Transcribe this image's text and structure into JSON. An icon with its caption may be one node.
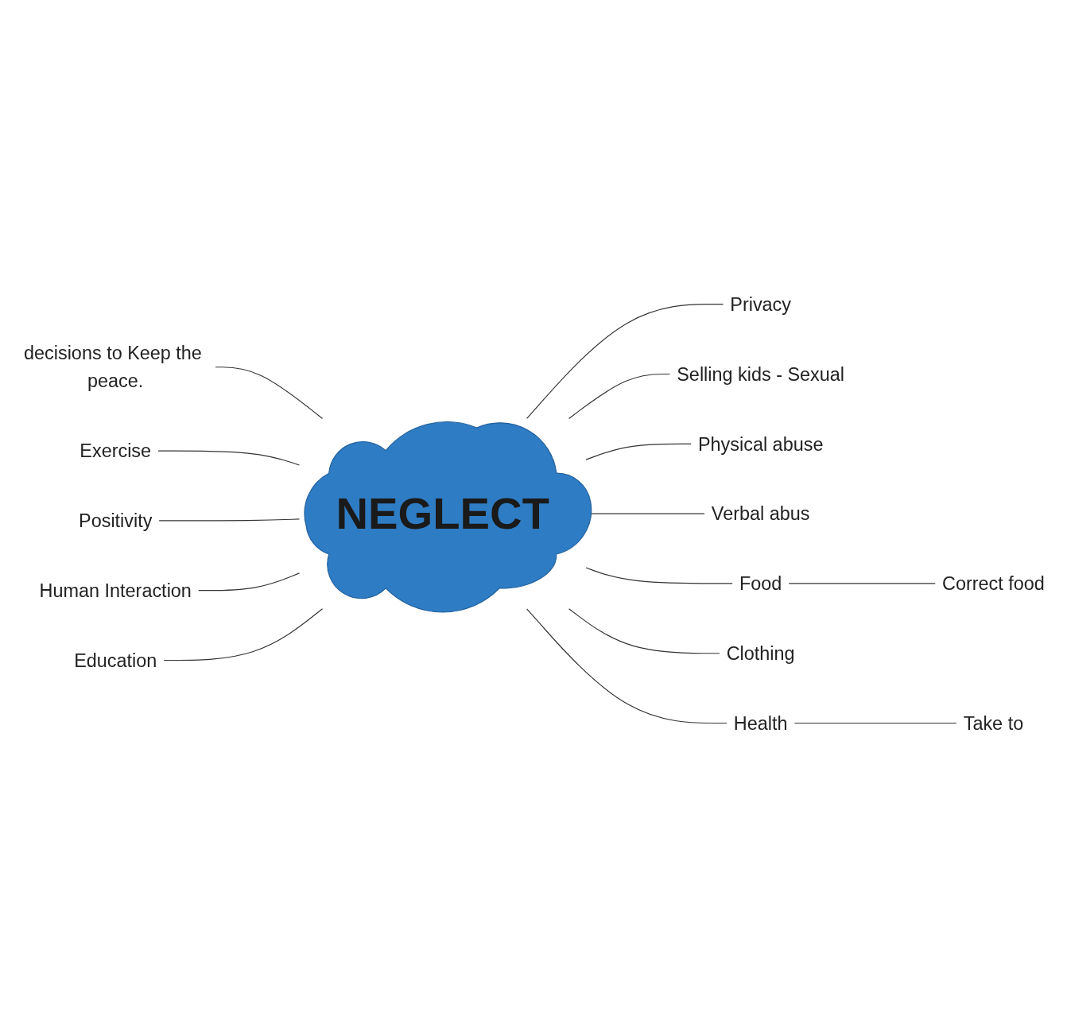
{
  "diagram": {
    "nodes": [
      {
        "text": [
          "NEGLECT"
        ]
      },
      {
        "text": [
          "decisions to Keep the peace."
        ]
      },
      {
        "text": [
          "Privacy"
        ]
      },
      {
        "text": [
          "Selling kids - Sexual"
        ]
      },
      {
        "text": [
          "Exercise"
        ]
      },
      {
        "text": [
          "Physical abuse"
        ]
      },
      {
        "text": [
          "Positivity"
        ]
      },
      {
        "text": [
          "Verbal abus"
        ]
      },
      {
        "text": [
          "Human Interaction"
        ]
      },
      {
        "text": [
          "Food"
        ]
      },
      {
        "text": [
          "Correct food"
        ]
      },
      {
        "text": [
          "Education"
        ]
      },
      {
        "text": [
          "Clothing"
        ]
      },
      {
        "text": [
          "Health"
        ]
      },
      {
        "text": [
          "Take to"
        ]
      }
    ],
    "edges": [
      {
        "from": 1,
        "to": 0,
        "arrow": "none"
      },
      {
        "from": 0,
        "to": 2,
        "arrow": "none"
      },
      {
        "from": 0,
        "to": 3,
        "arrow": "none"
      },
      {
        "from": 4,
        "to": 0,
        "arrow": "none"
      },
      {
        "from": 0,
        "to": 5,
        "arrow": "none"
      },
      {
        "from": 6,
        "to": 0,
        "arrow": "none"
      },
      {
        "from": 0,
        "to": 7,
        "arrow": "none"
      },
      {
        "from": 8,
        "to": 0,
        "arrow": "none"
      },
      {
        "from": 0,
        "to": 9,
        "arrow": "none"
      },
      {
        "from": 9,
        "to": 10,
        "arrow": "none"
      },
      {
        "from": 11,
        "to": 0,
        "arrow": "none"
      },
      {
        "from": 0,
        "to": 12,
        "arrow": "none"
      },
      {
        "from": 0,
        "to": 13,
        "arrow": "none"
      },
      {
        "from": 13,
        "to": 14,
        "arrow": "none"
      }
    ]
  }
}
